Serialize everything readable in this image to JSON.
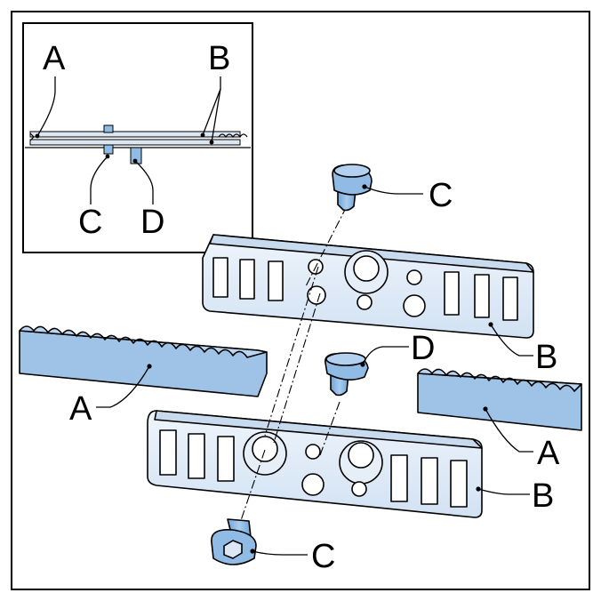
{
  "figure": {
    "colors": {
      "plate": "#dbe7f5",
      "rail": "#9ec3e6",
      "rail_top": "#b9d5ef",
      "screw": "#8fbbe5",
      "outline": "#000000"
    },
    "inset": {
      "labels": {
        "a": "A",
        "b": "B",
        "c": "C",
        "d": "D"
      }
    },
    "callouts": {
      "screw_top": "C",
      "screw_mid": "D",
      "screw_bottom": "C",
      "plate_top": "B",
      "plate_bottom": "B",
      "rail_left": "A",
      "rail_right": "A"
    }
  }
}
